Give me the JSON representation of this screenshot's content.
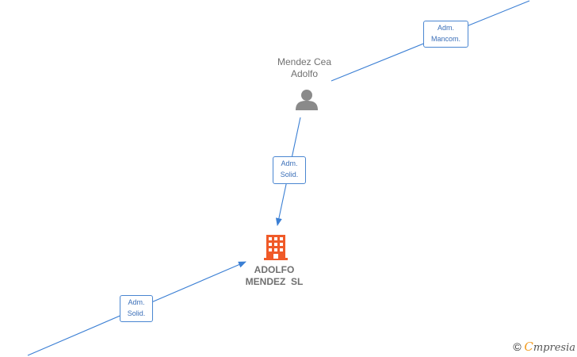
{
  "nodes": {
    "person": {
      "name_line1": "Mendez Cea",
      "name_line2": "Adolfo",
      "icon": "person-icon"
    },
    "company": {
      "name_line1": "ADOLFO",
      "name_line2": "MENDEZ  SL",
      "icon": "building-icon",
      "color": "#f05a28"
    }
  },
  "edges": [
    {
      "from": "external",
      "to": "person",
      "label_line1": "Adm.",
      "label_line2": "Mancom."
    },
    {
      "from": "person",
      "to": "company",
      "label_line1": "Adm.",
      "label_line2": "Solid."
    },
    {
      "from": "external",
      "to": "company",
      "label_line1": "Adm.",
      "label_line2": "Solid."
    }
  ],
  "colors": {
    "edge": "#3b7fd4",
    "badge_border": "#4a86d1",
    "label": "#707070"
  },
  "footer": {
    "copyright": "©",
    "brand_initial": "C",
    "brand_rest": "mpresia"
  }
}
